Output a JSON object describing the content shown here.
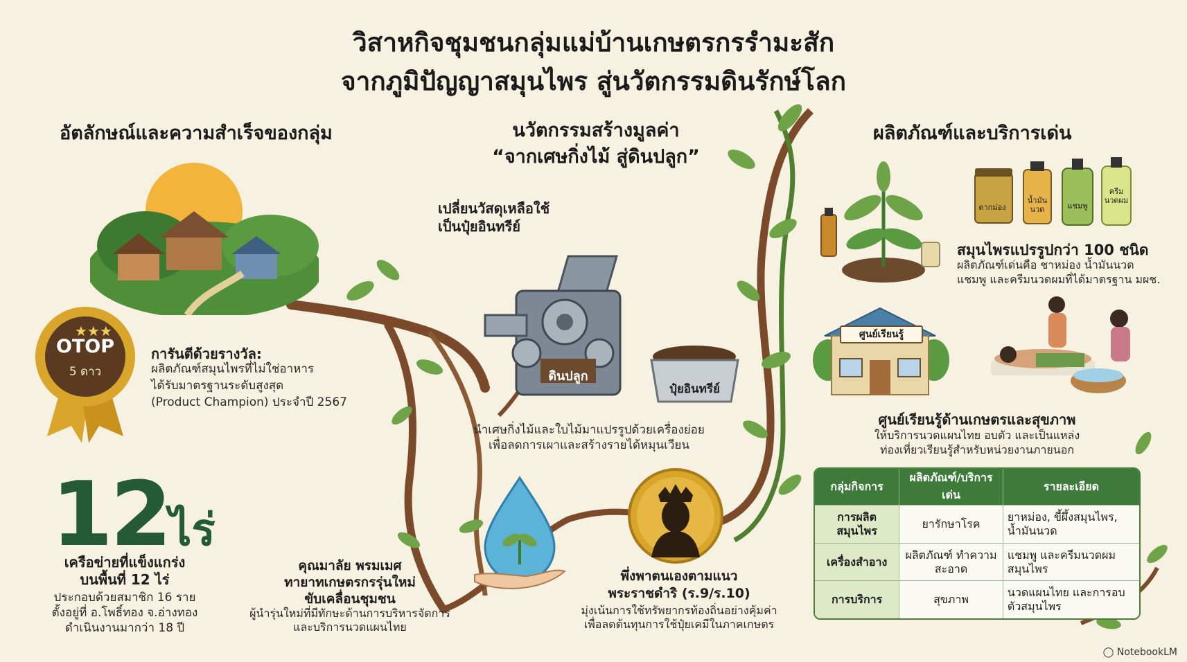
{
  "title": {
    "line1": "วิสาหกิจชุมชนกลุ่มแม่บ้านเกษตรกรรำมะสัก",
    "line2": "จากภูมิปัญญาสมุนไพร สู่นวัตกรรมดินรักษ์โลก"
  },
  "left": {
    "heading": "อัตลักษณ์และความสำเร็จของกลุ่ม",
    "badge_top": "OTOP",
    "badge_bottom": "5 ดาว",
    "award_title": "การันตีด้วยรางวัล:",
    "award_line1": "ผลิตภัณฑ์สมุนไพรที่ไม่ใช่อาหาร",
    "award_line2": "ได้รับมาตรฐานระดับสูงสุด",
    "award_line3": "(Product Champion) ประจำปี 2567",
    "area_number": "12",
    "area_unit": "ไร่",
    "network_title1": "เครือข่ายที่แข็งแกร่ง",
    "network_title2": "บนพื้นที่ 12 ไร่",
    "network_line1": "ประกอบด้วยสมาชิก 16 ราย",
    "network_line2": "ตั้งอยู่ที่ อ.โพธิ์ทอง จ.อ่างทอง",
    "network_line3": "ดำเนินงานมากว่า 18 ปี"
  },
  "middle": {
    "heading1": "นวัตกรรมสร้างมูลค่า",
    "heading2": "“จากเศษกิ่งไม้ สู่ดินปลูก”",
    "convert1": "เปลี่ยนวัสดุเหลือใช้",
    "convert2": "เป็นปุ๋ยอินทรีย์",
    "machine_label": "ดินปลูก",
    "bin_label": "ปุ๋ยอินทรีย์",
    "desc1": "นำเศษกิ่งไม้และใบไม้มาแปรรูปด้วยเครื่องย่อย",
    "desc2": "เพื่อลดการเผาและสร้างรายได้หมุนเวียน",
    "leader1": "คุณมาลัย พรมเมศ",
    "leader2": "ทายาทเกษตรกรรุ่นใหม่",
    "leader3": "ขับเคลื่อนชุมชน",
    "leader_desc1": "ผู้นำรุ่นใหม่ที่มีทักษะด้านการบริหารจัดการ",
    "leader_desc2": "และบริการนวดแผนไทย",
    "self1": "พึ่งพาตนเองตามแนว",
    "self2": "พระราชดำริ (ร.9/ร.10)",
    "self_desc1": "มุ่งเน้นการใช้ทรัพยากรท้องถิ่นอย่างคุ้มค่า",
    "self_desc2": "เพื่อลดต้นทุนการใช้ปุ๋ยเคมีในภาคเกษตร"
  },
  "right": {
    "heading": "ผลิตภัณฑ์และบริการเด่น",
    "jar1": "ตากม่อง",
    "jar2": "น้ำมัน นวด",
    "jar3": "แชมพู",
    "jar4": "ครีม นวดผม",
    "herb_title": "สมุนไพรแปรรูปกว่า 100 ชนิด",
    "herb_desc1": "ผลิตภัณฑ์เด่นคือ ชาหม่อง น้ำมันนวด",
    "herb_desc2": "แชมพู และครีมนวดผมที่ได้มาตรฐาน มผช.",
    "shop_sign": "ศูนย์เรียนรู้",
    "center_title": "ศูนย์เรียนรู้ด้านเกษตรและสุขภาพ",
    "center_desc1": "ให้บริการนวดแผนไทย อบตัว และเป็นแหล่ง",
    "center_desc2": "ท่องเที่ยวเรียนรู้สำหรับหน่วยงานภายนอก"
  },
  "table": {
    "headers": [
      "กลุ่มกิจการ",
      "ผลิตภัณฑ์/บริการเด่น",
      "รายละเอียด"
    ],
    "rows": [
      [
        "การผลิตสมุนไพร",
        "ยารักษาโรค",
        "ยาหม่อง, ขี้ผึ้งสมุนไพร, น้ำมันนวด"
      ],
      [
        "เครื่องสำอาง",
        "ผลิตภัณฑ์ ทำความสะอาด",
        "แชมพู และครีมนวดผม สมุนไพร"
      ],
      [
        "การบริการ",
        "สุขภาพ",
        "นวดแผนไทย และการอบตัวสมุนไพร"
      ]
    ]
  },
  "footer": "NotebookLM",
  "colors": {
    "background": "#f6f1e1",
    "accent_green": "#3e7a3a",
    "dark_green": "#245b35",
    "gold": "#d9a62b",
    "branch_brown": "#7a4a2a"
  }
}
